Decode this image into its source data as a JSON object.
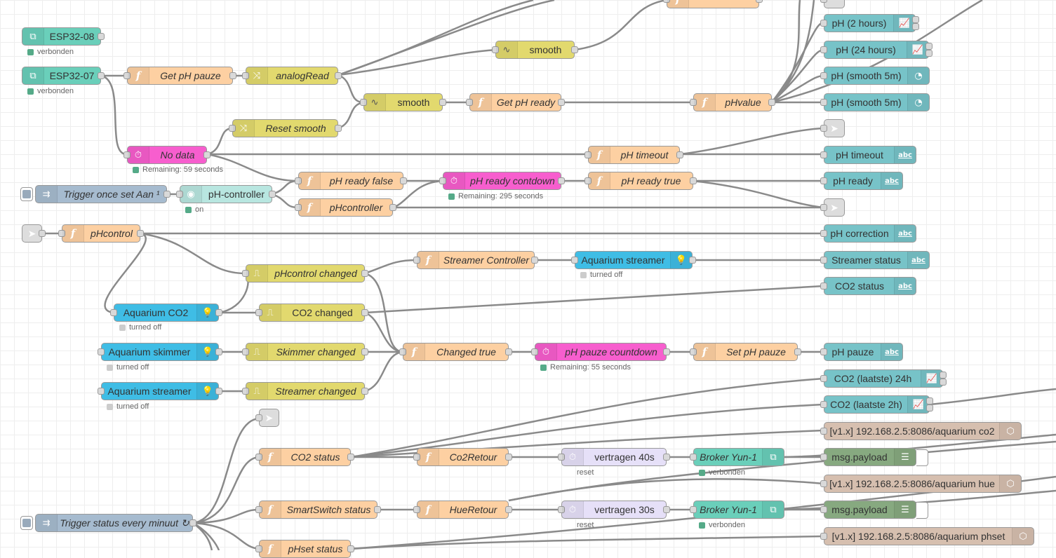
{
  "colors": {
    "function": "#fdd0a2",
    "switch": "#e2d96e",
    "smooth": "#e2d96e",
    "rbe": "#e2d96e",
    "trigger": "#e6a0d2",
    "timer_pink": "#f75ece",
    "ui": "#77c3c8",
    "mqtt": "#6acfba",
    "inject": "#a6bbcf",
    "link": "#dddddd",
    "delay": "#e6e0f8",
    "debug": "#87a980",
    "influx": "#d6bfaf",
    "hue": "#3fbde5",
    "ui_switch": "#b8e6e0"
  },
  "nodes": {
    "esp3208": {
      "label": "ESP32-08",
      "status": "verbonden"
    },
    "esp3207": {
      "label": "ESP32-07",
      "status": "verbonden"
    },
    "get_ph_pauze": {
      "label": "Get pH pauze"
    },
    "analogread": {
      "label": "analogRead"
    },
    "smooth_top": {
      "label": "smooth"
    },
    "smooth_mid": {
      "label": "smooth"
    },
    "get_ph_ready": {
      "label": "Get pH ready"
    },
    "phvalue": {
      "label": "pHvalue"
    },
    "ph_2h": {
      "label": "pH (2 hours)"
    },
    "ph_24h": {
      "label": "pH (24 hours)"
    },
    "ph_smooth_a": {
      "label": "pH (smooth 5m)"
    },
    "ph_smooth_b": {
      "label": "pH (smooth 5m)"
    },
    "reset_smooth": {
      "label": "Reset smooth"
    },
    "no_data": {
      "label": "No data",
      "status": "Remaining: 59 seconds"
    },
    "ph_timeout_fn": {
      "label": "pH timeout"
    },
    "ph_timeout_ui": {
      "label": "pH timeout"
    },
    "trigger_once": {
      "label": "Trigger once set Aan ¹"
    },
    "ph_controller_sw": {
      "label": "pH-controller",
      "status": "on"
    },
    "ph_ready_false": {
      "label": "pH ready false"
    },
    "phcontroller_fn": {
      "label": "pHcontroller"
    },
    "ph_ready_countdown": {
      "label": "pH ready contdown",
      "status": "Remaining: 295 seconds"
    },
    "ph_ready_true": {
      "label": "pH ready true"
    },
    "ph_ready_ui": {
      "label": "pH ready"
    },
    "phcontrol": {
      "label": "pHcontrol"
    },
    "ph_correction": {
      "label": "pH correction"
    },
    "streamer_controller": {
      "label": "Streamer Controller"
    },
    "aquarium_streamer_top": {
      "label": "Aquarium streamer",
      "status": "turned off"
    },
    "streamer_status": {
      "label": "Streamer status"
    },
    "phcontrol_changed": {
      "label": "pHcontrol changed"
    },
    "co2_status_ui": {
      "label": "CO2 status"
    },
    "aquarium_co2": {
      "label": "Aquarium CO2",
      "status": "turned off"
    },
    "co2_changed": {
      "label": "CO2 changed"
    },
    "aquarium_skimmer": {
      "label": "Aquarium skimmer",
      "status": "turned off"
    },
    "skimmer_changed": {
      "label": "Skimmer changed"
    },
    "changed_true": {
      "label": "Changed true"
    },
    "ph_pauze_countdown": {
      "label": "pH pauze countdown",
      "status": "Remaining: 55 seconds"
    },
    "set_ph_pauze": {
      "label": "Set pH pauze"
    },
    "ph_pauze_ui": {
      "label": "pH pauze"
    },
    "aquarium_streamer_bottom": {
      "label": "Aquarium streamer",
      "status": "turned off"
    },
    "streamer_changed": {
      "label": "Streamer changed"
    },
    "co2_24h": {
      "label": "CO2 (laatste) 24h"
    },
    "co2_2h": {
      "label": "CO2 (laatste 2h)"
    },
    "influx_co2": {
      "label": "[v1.x] 192.168.2.5:8086/aquarium co2"
    },
    "co2_status_fn": {
      "label": "CO2 status"
    },
    "co2retour": {
      "label": "Co2Retour"
    },
    "vertragen40": {
      "label": "vertragen 40s",
      "status": "reset"
    },
    "broker_yun_a": {
      "label": "Broker Yun-1",
      "status": "verbonden"
    },
    "debug_a": {
      "label": "msg.payload"
    },
    "influx_hue": {
      "label": "[v1.x] 192.168.2.5:8086/aquarium hue"
    },
    "smartswitch_status": {
      "label": "SmartSwitch status"
    },
    "hueretour": {
      "label": "HueRetour"
    },
    "vertragen30": {
      "label": "vertragen 30s",
      "status": "reset"
    },
    "broker_yun_b": {
      "label": "Broker Yun-1",
      "status": "verbonden"
    },
    "debug_b": {
      "label": "msg.payload"
    },
    "trigger_status": {
      "label": "Trigger status every minuut ↻"
    },
    "phset_status": {
      "label": "pHset status"
    },
    "influx_phset": {
      "label": "[v1.x] 192.168.2.5:8086/aquarium phset"
    }
  }
}
